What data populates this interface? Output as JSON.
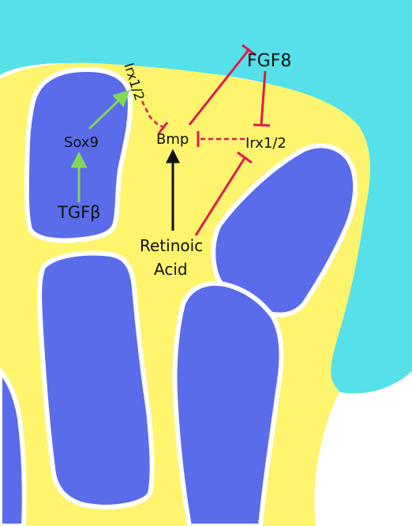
{
  "diagram": {
    "labels": {
      "fgf8": "FGF8",
      "irx_top": "Irx1/2",
      "bmp": "Bmp",
      "irx_right": "Irx1/2",
      "sox9": "Sox9",
      "tgfb": "TGFβ",
      "retinoic_line1": "Retinoic",
      "retinoic_line2": "Acid"
    },
    "colors": {
      "background": "#ffffff",
      "ectoderm": "#55e0ea",
      "mesenchyme": "#fef46e",
      "cartilage": "#5b6cea",
      "cartilage_outline": "#ffffff",
      "activation_arrow": "#7ed957",
      "inhibition": "#e01b4d",
      "retinoic_arrow": "#111111"
    },
    "relations": [
      {
        "from": "TGFβ",
        "to": "Sox9",
        "type": "activation"
      },
      {
        "from": "Sox9",
        "to": "Irx1/2",
        "type": "activation"
      },
      {
        "from": "Irx1/2",
        "to": "Bmp",
        "type": "inhibition-dashed"
      },
      {
        "from": "Irx1/2",
        "to": "Bmp",
        "type": "inhibition-dashed"
      },
      {
        "from": "Bmp",
        "to": "FGF8",
        "type": "inhibition"
      },
      {
        "from": "FGF8",
        "to": "Irx1/2",
        "type": "inhibition"
      },
      {
        "from": "Retinoic Acid",
        "to": "Bmp",
        "type": "activation"
      },
      {
        "from": "Retinoic Acid",
        "to": "Irx1/2",
        "type": "inhibition"
      }
    ]
  }
}
